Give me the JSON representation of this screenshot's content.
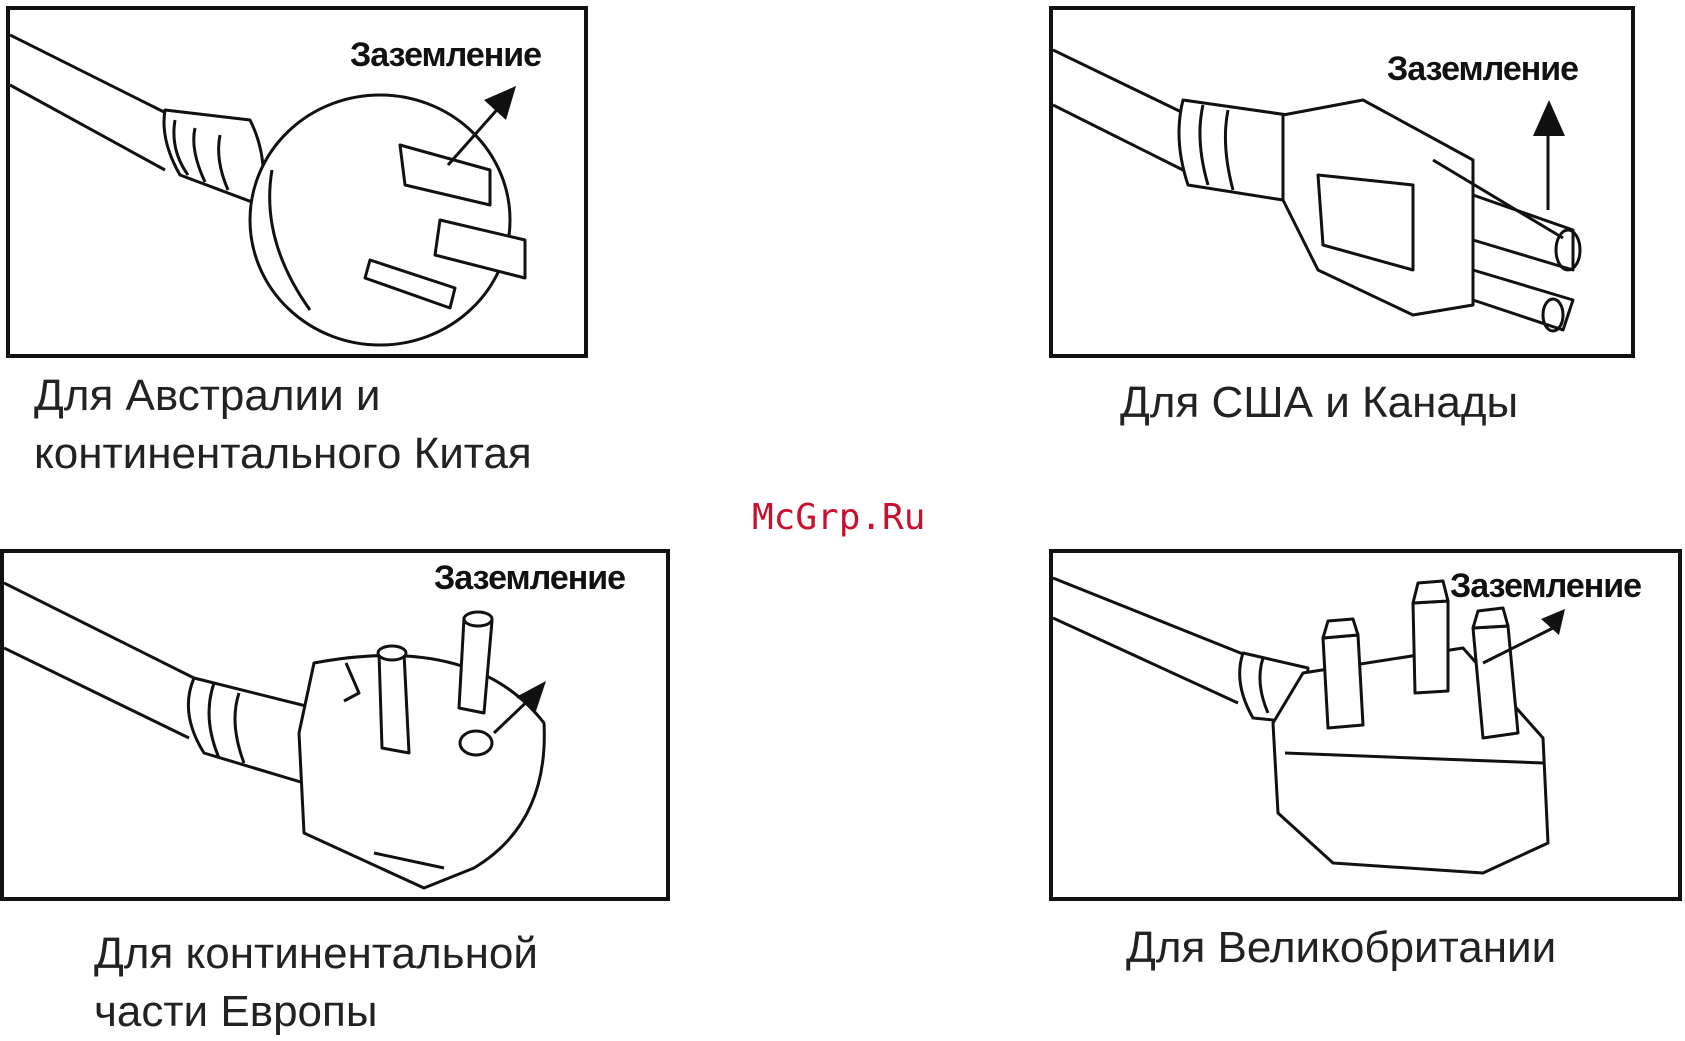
{
  "ground_label": "Заземление",
  "panels": [
    {
      "id": "au-cn",
      "caption_line1": "Для Австралии и",
      "caption_line2": "континентального Китая"
    },
    {
      "id": "us-ca",
      "caption_line1": "Для США и Канады",
      "caption_line2": ""
    },
    {
      "id": "eu",
      "caption_line1": "Для континентальной",
      "caption_line2": "части Европы"
    },
    {
      "id": "uk",
      "caption_line1": "Для Великобритании",
      "caption_line2": ""
    }
  ],
  "watermark": "McGrp.Ru",
  "colors": {
    "line": "#111111",
    "watermark": "#c8102e"
  }
}
